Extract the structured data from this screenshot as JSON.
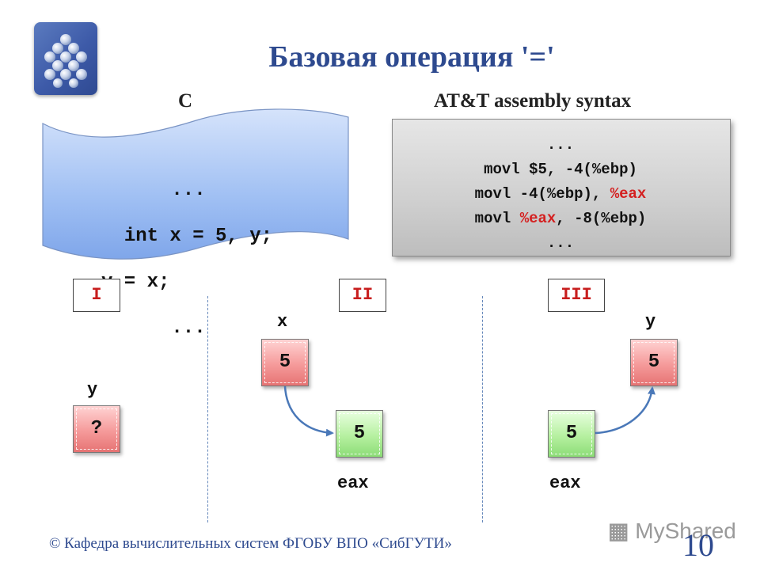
{
  "title": "Базовая операция '='",
  "labels": {
    "c": "C",
    "att": "AT&T assembly syntax"
  },
  "c_code": {
    "l1": "...",
    "l2": "int x = 5, y;",
    "l3": "y = x;",
    "l4": "..."
  },
  "asm": {
    "l1": "...",
    "l2": "movl $5, -4(%ebp)",
    "l3_a": "movl -4(%ebp), ",
    "l3_reg": "%eax",
    "l4_a": "movl ",
    "l4_reg": "%eax",
    "l4_b": ", -8(%ebp)",
    "l5": "..."
  },
  "stages": {
    "s1": "I",
    "s2": "II",
    "s3": "III"
  },
  "stage1": {
    "var": "y",
    "cell": "?"
  },
  "stage2": {
    "var_top": "x",
    "cell_top": "5",
    "cell_bottom": "5",
    "reg": "eax"
  },
  "stage3": {
    "var_top": "y",
    "cell_top": "5",
    "cell_bottom": "5",
    "reg": "eax"
  },
  "footer": "© Кафедра вычислительных систем ФГОБУ ВПО «СибГУТИ»",
  "page_number": "10",
  "watermark": "MyShared",
  "colors": {
    "title": "#2e4a8f",
    "register": "#d42020",
    "cell_red": "#f59a9a",
    "cell_green": "#b6f0a0",
    "arrow": "#4a78b8"
  }
}
